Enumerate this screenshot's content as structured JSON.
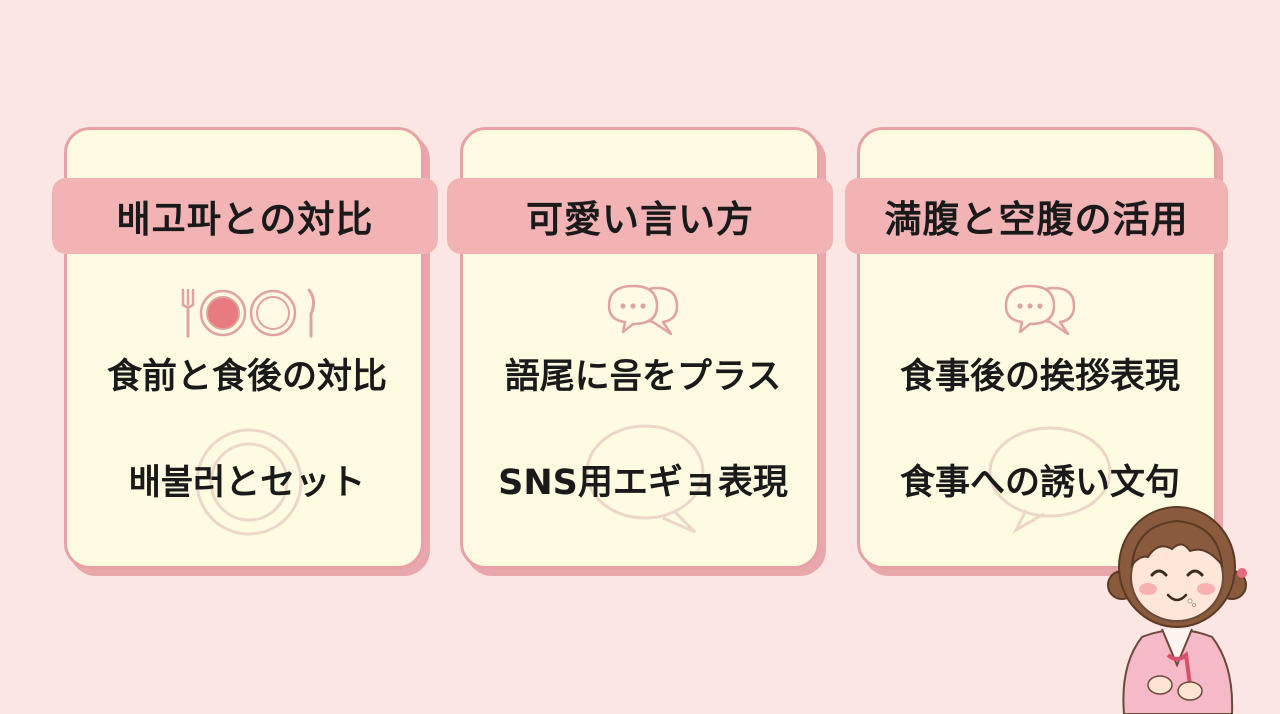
{
  "cards": [
    {
      "title": "배고파との対比",
      "items": [
        "食前と食後の対比",
        "배불러とセット"
      ],
      "icon": "plate-with-cutlery-icon"
    },
    {
      "title": "可愛い言い方",
      "items": [
        "語尾に음をプラス",
        "SNS用エギョ表現"
      ],
      "icon": "speech-bubbles-icon"
    },
    {
      "title": "満腹と空腹の活用",
      "items": [
        "食事後の挨拶表現",
        "食事への誘い文句"
      ],
      "icon": "speech-bubbles-icon"
    }
  ],
  "colors": {
    "background": "#fbe6e4",
    "card": "#fffbe1",
    "card_border": "#e7a2a6",
    "title_band": "#f2b3b4",
    "icon_stroke": "#dfa49e"
  },
  "character": "girl-in-hanbok-illustration"
}
